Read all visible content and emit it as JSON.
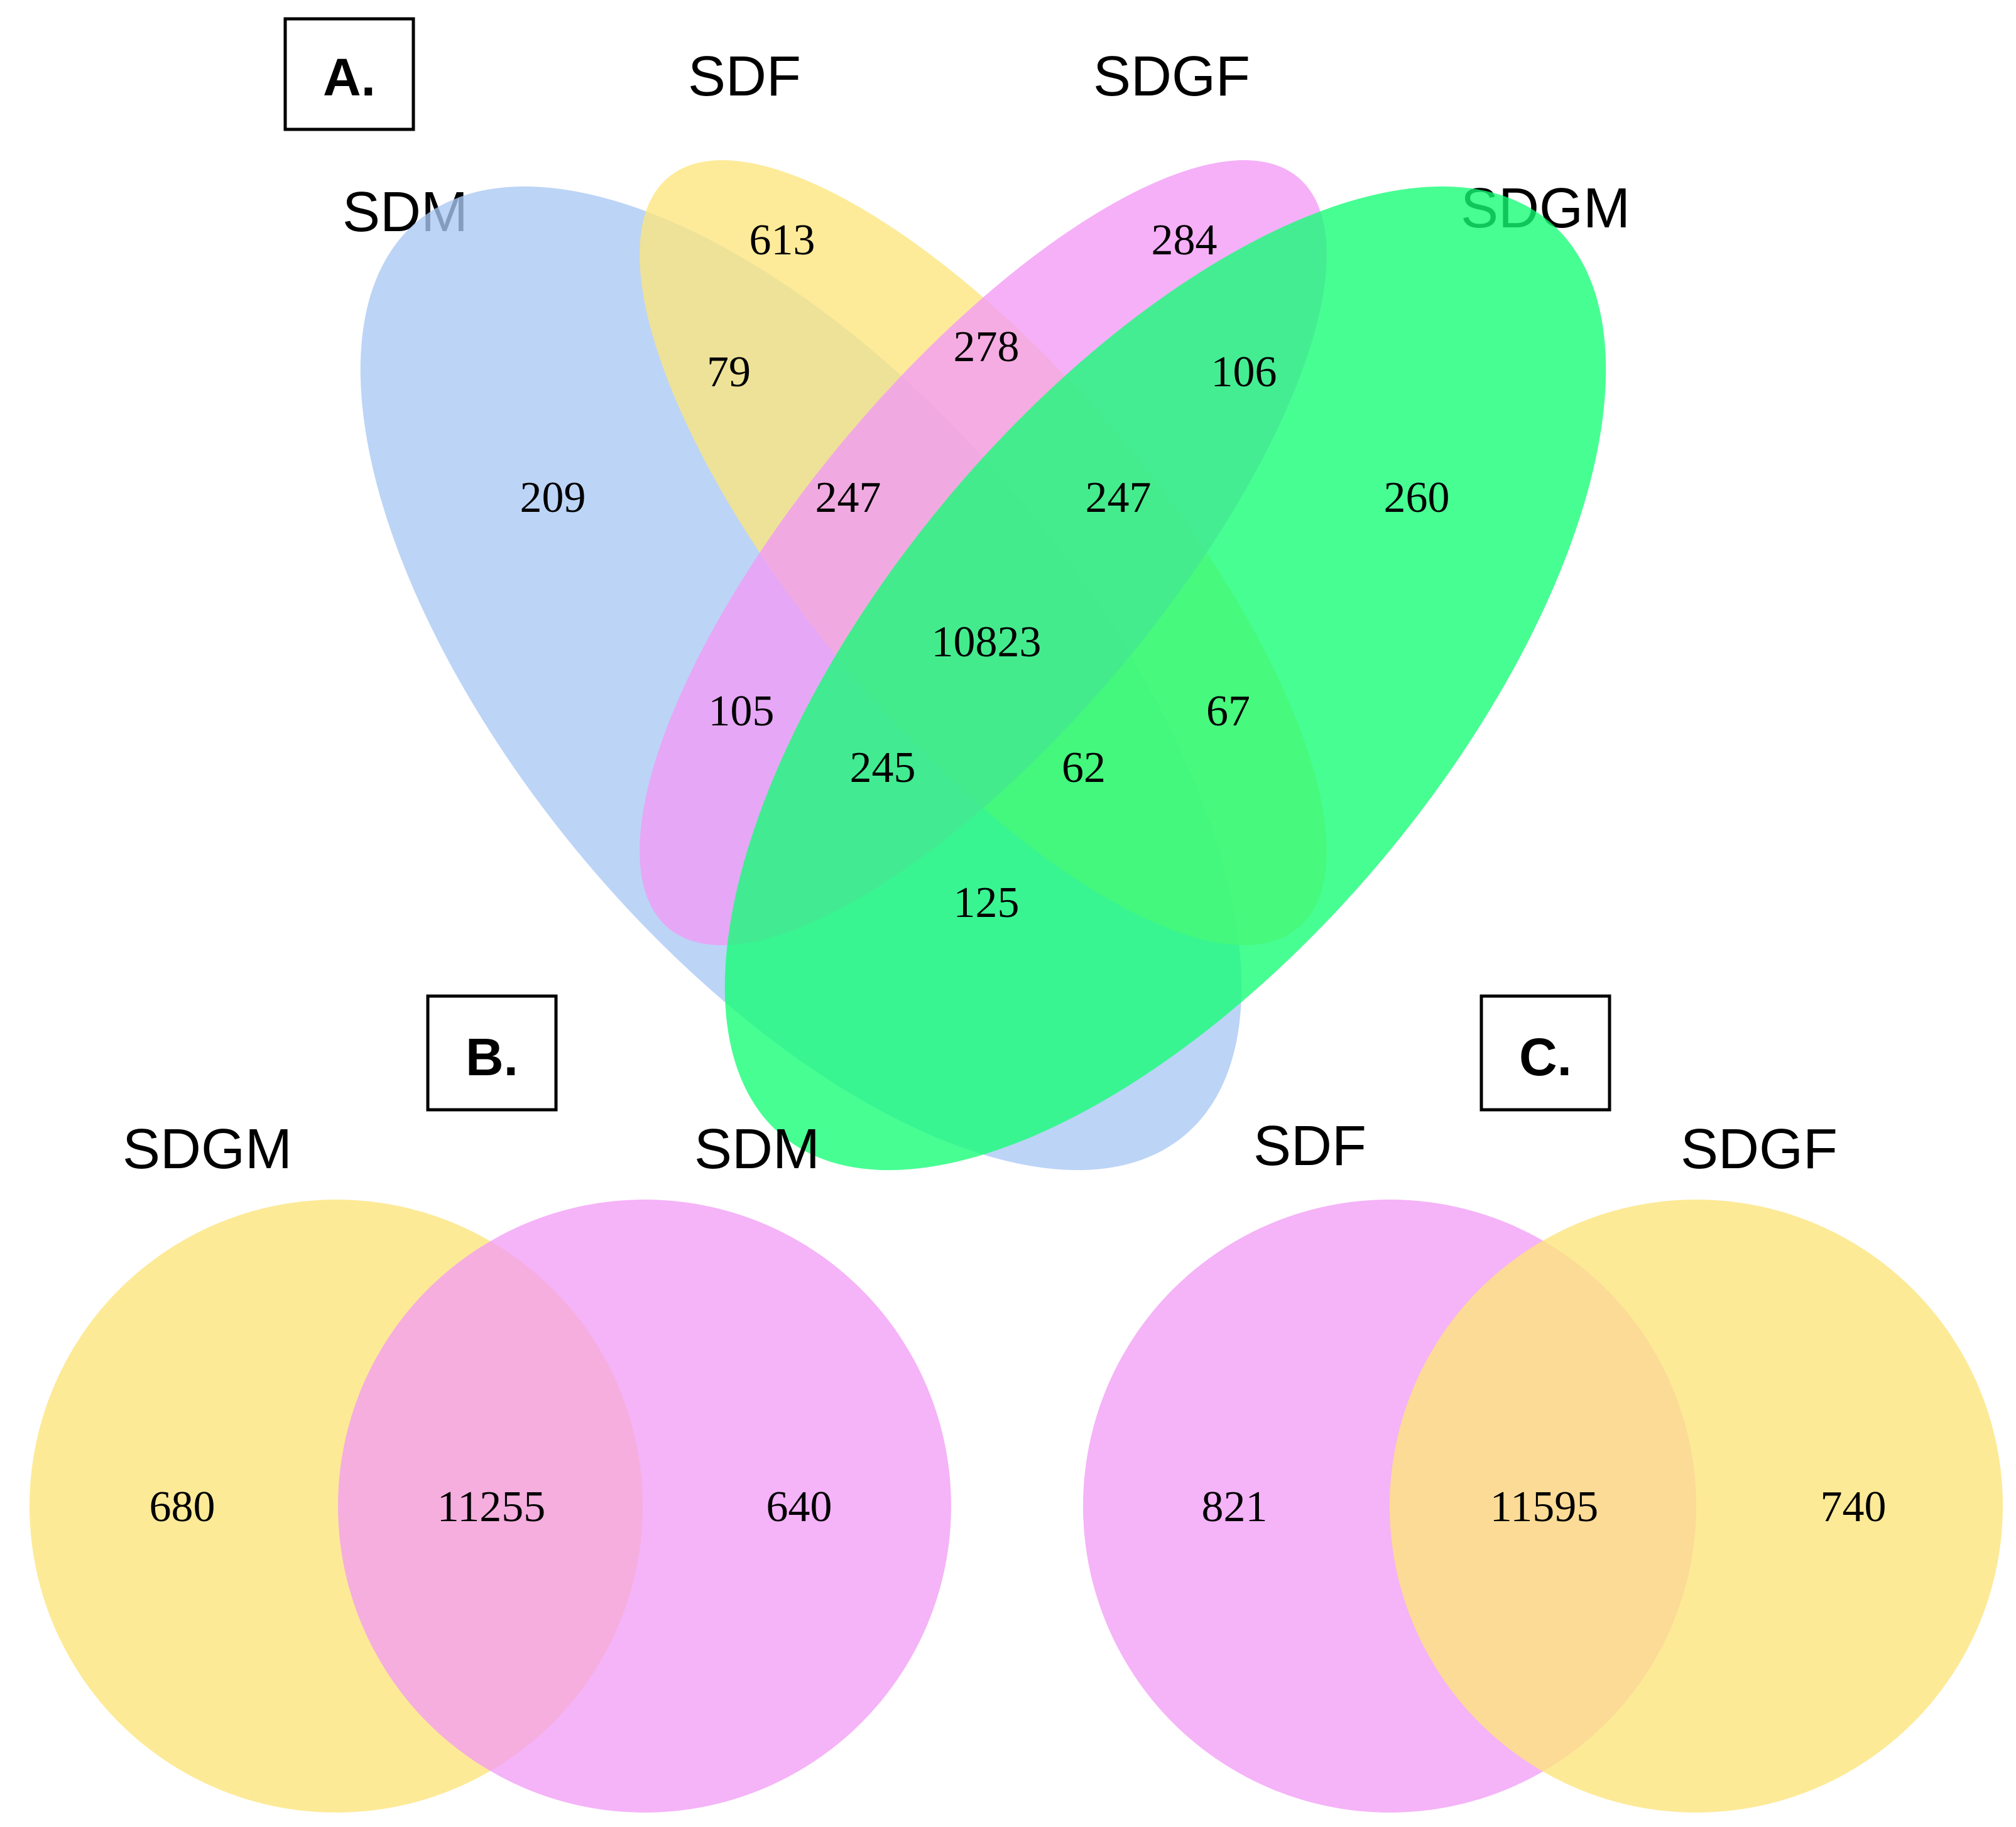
{
  "panels": {
    "a": {
      "label": "A.",
      "sets": [
        {
          "name": "SDM",
          "color": "#a9c8f4"
        },
        {
          "name": "SDF",
          "color": "#fde57d"
        },
        {
          "name": "SDGF",
          "color": "#f29af6"
        },
        {
          "name": "SDGM",
          "color": "#13fe75"
        }
      ],
      "regions": {
        "sdf_only": "613",
        "sdgf_only": "284",
        "sdm_sdf": "79",
        "sdf_sdgf": "278",
        "sdgf_sdgm": "106",
        "sdm_only": "209",
        "sdm_sdf_sdgf": "247",
        "sdf_sdgf_sdgm": "247",
        "sdgm_only": "260",
        "all_four": "10823",
        "sdm_sdgf": "105",
        "sdm_sdgf_sdgm": "245",
        "sdm_sdf_sdgm": "62",
        "sdf_sdgm": "67",
        "sdm_sdgm": "125"
      }
    },
    "b": {
      "label": "B.",
      "left": {
        "name": "SDGM",
        "count": "680",
        "color": "#fde57d"
      },
      "right": {
        "name": "SDM",
        "count": "640",
        "color": "#f29af6"
      },
      "overlap": "11255"
    },
    "c": {
      "label": "C.",
      "left": {
        "name": "SDF",
        "count": "821",
        "color": "#f29af6"
      },
      "right": {
        "name": "SDGF",
        "count": "740",
        "color": "#fde57d"
      },
      "overlap": "11595"
    }
  }
}
